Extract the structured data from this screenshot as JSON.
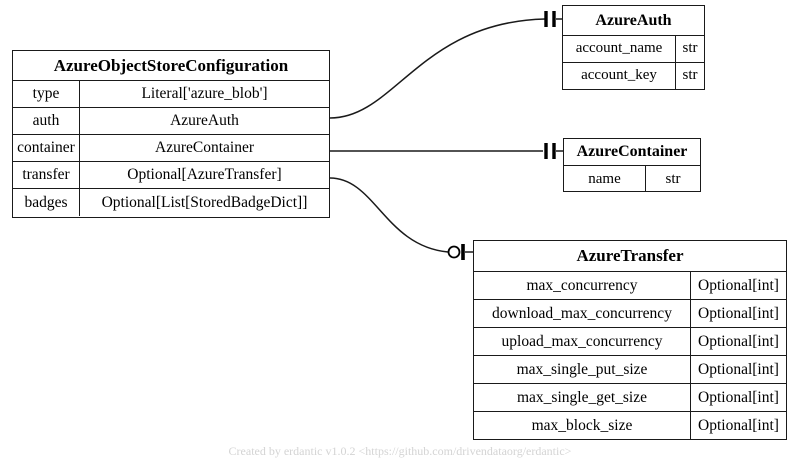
{
  "diagram": {
    "tool": "erdantic",
    "footer": "Created by erdantic v1.0.2 <https://github.com/drivendataorg/erdantic>",
    "background_color": "#ffffff",
    "line_color": "#1a1a1a",
    "text_color": "#000000",
    "footer_color": "#d4d4d4"
  },
  "entities": {
    "main": {
      "title": "AzureObjectStoreConfiguration",
      "fields": [
        {
          "name": "type",
          "type": "Literal['azure_blob']"
        },
        {
          "name": "auth",
          "type": "AzureAuth"
        },
        {
          "name": "container",
          "type": "AzureContainer"
        },
        {
          "name": "transfer",
          "type": "Optional[AzureTransfer]"
        },
        {
          "name": "badges",
          "type": "Optional[List[StoredBadgeDict]]"
        }
      ]
    },
    "auth": {
      "title": "AzureAuth",
      "fields": [
        {
          "name": "account_name",
          "type": "str"
        },
        {
          "name": "account_key",
          "type": "str"
        }
      ]
    },
    "container": {
      "title": "AzureContainer",
      "fields": [
        {
          "name": "name",
          "type": "str"
        }
      ]
    },
    "transfer": {
      "title": "AzureTransfer",
      "fields": [
        {
          "name": "max_concurrency",
          "type": "Optional[int]"
        },
        {
          "name": "download_max_concurrency",
          "type": "Optional[int]"
        },
        {
          "name": "upload_max_concurrency",
          "type": "Optional[int]"
        },
        {
          "name": "max_single_put_size",
          "type": "Optional[int]"
        },
        {
          "name": "max_single_get_size",
          "type": "Optional[int]"
        },
        {
          "name": "max_block_size",
          "type": "Optional[int]"
        }
      ]
    }
  },
  "relationships": [
    {
      "id": "rel-auth",
      "from_field": "auth",
      "to_entity": "AzureAuth",
      "cardinality": "exactly-one",
      "marker": "double-bar"
    },
    {
      "id": "rel-container",
      "from_field": "container",
      "to_entity": "AzureContainer",
      "cardinality": "exactly-one",
      "marker": "double-bar"
    },
    {
      "id": "rel-transfer",
      "from_field": "transfer",
      "to_entity": "AzureTransfer",
      "cardinality": "zero-or-one",
      "marker": "circle-bar"
    }
  ]
}
